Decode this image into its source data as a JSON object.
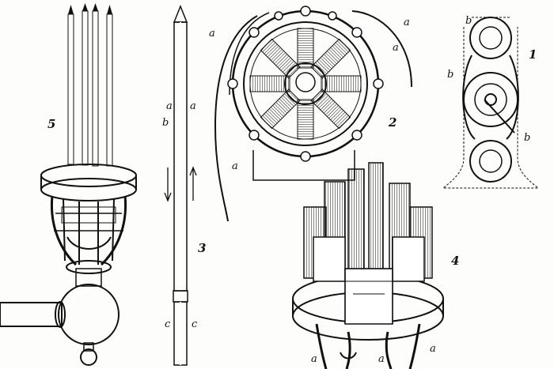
{
  "figures": {
    "fig1": {
      "number": "1",
      "labels": [
        "b",
        "b",
        "b"
      ]
    },
    "fig2": {
      "number": "2",
      "labels": [
        "a",
        "a",
        "a",
        "a"
      ]
    },
    "fig3": {
      "number": "3",
      "labels": [
        "a",
        "a",
        "b",
        "c",
        "c"
      ]
    },
    "fig4": {
      "number": "4",
      "labels": [
        "a",
        "a",
        "a"
      ]
    },
    "fig5": {
      "number": "5"
    }
  },
  "colors": {
    "ink": "#111111",
    "paper": "#fdfdfb"
  }
}
